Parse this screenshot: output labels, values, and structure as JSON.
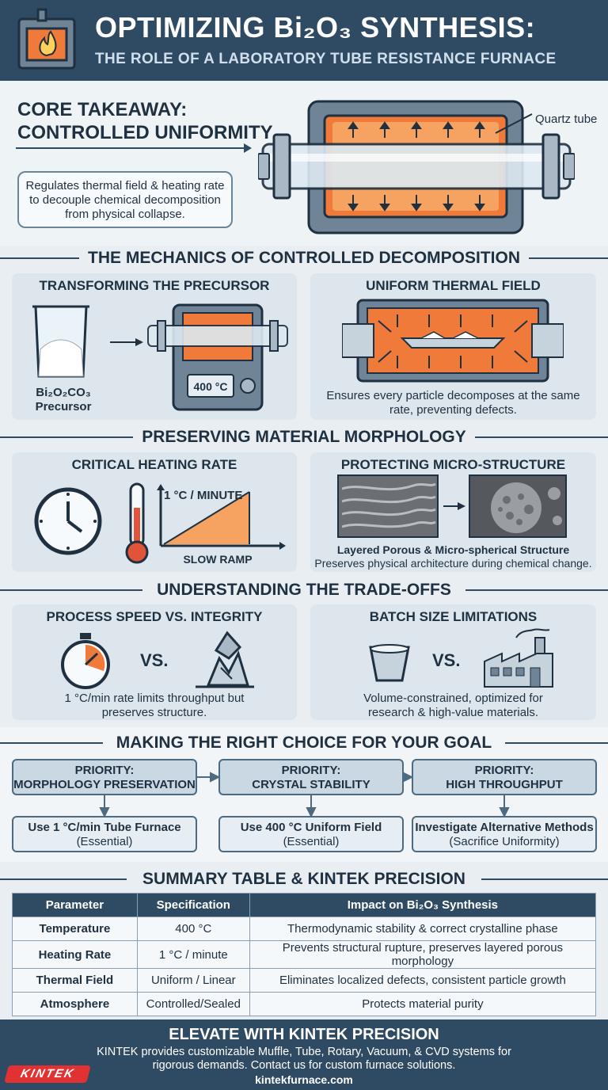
{
  "header": {
    "title": "OPTIMIZING Bi₂O₃ SYNTHESIS:",
    "subtitle": "THE ROLE OF A LABORATORY TUBE RESISTANCE FURNACE",
    "icon": "furnace-flame-icon"
  },
  "core": {
    "title_line1": "CORE TAKEAWAY:",
    "title_line2": "CONTROLLED UNIFORMITY",
    "description": "Regulates thermal field & heating rate to decouple chemical decomposition from physical collapse.",
    "quartz_label": "Quartz tube"
  },
  "mechanics": {
    "title": "THE MECHANICS OF CONTROLLED DECOMPOSITION",
    "precursor_panel": {
      "title": "TRANSFORMING THE PRECURSOR",
      "precursor_label": "Bi₂O₂CO₃",
      "precursor_sublabel": "Precursor",
      "temperature": "400 °C"
    },
    "thermal_panel": {
      "title": "UNIFORM THERMAL FIELD",
      "text": "Ensures every particle decomposes at the same rate, preventing defects."
    }
  },
  "morphology": {
    "title": "PRESERVING MATERIAL MORPHOLOGY",
    "rate_panel": {
      "title": "CRITICAL HEATING RATE",
      "rate_label": "1 °C / MINUTE",
      "ramp_label": "SLOW RAMP"
    },
    "structure_panel": {
      "title": "PROTECTING MICRO-STRUCTURE",
      "caption_bold": "Layered Porous & Micro-spherical Structure",
      "caption": "Preserves physical architecture during chemical change."
    }
  },
  "tradeoffs": {
    "title": "UNDERSTANDING THE TRADE-OFFS",
    "speed_panel": {
      "title": "PROCESS SPEED VS. INTEGRITY",
      "vs": "VS.",
      "text": "1 °C/min rate limits throughput but preserves structure."
    },
    "batch_panel": {
      "title": "BATCH SIZE LIMITATIONS",
      "vs": "VS.",
      "text": "Volume-constrained, optimized for research & high-value materials."
    }
  },
  "choice": {
    "title": "MAKING THE RIGHT CHOICE FOR YOUR GOAL",
    "options": [
      {
        "priority": "PRIORITY:",
        "goal": "MORPHOLOGY PRESERVATION",
        "action": "Use 1 °C/min Tube Furnace",
        "note": "(Essential)"
      },
      {
        "priority": "PRIORITY:",
        "goal": "CRYSTAL STABILITY",
        "action": "Use 400 °C Uniform Field",
        "note": "(Essential)"
      },
      {
        "priority": "PRIORITY:",
        "goal": "HIGH THROUGHPUT",
        "action": "Investigate Alternative Methods",
        "note": "(Sacrifice Uniformity)"
      }
    ]
  },
  "summary": {
    "title": "SUMMARY TABLE & KINTEK PRECISION",
    "headers": [
      "Parameter",
      "Specification",
      "Impact on Bi₂O₃ Synthesis"
    ],
    "rows": [
      [
        "Temperature",
        "400 °C",
        "Thermodynamic stability & correct crystalline phase"
      ],
      [
        "Heating Rate",
        "1 °C / minute",
        "Prevents structural rupture, preserves layered porous morphology"
      ],
      [
        "Thermal Field",
        "Uniform / Linear",
        "Eliminates localized defects, consistent particle growth"
      ],
      [
        "Atmosphere",
        "Controlled/Sealed",
        "Protects material purity"
      ]
    ]
  },
  "footer": {
    "title": "ELEVATE WITH KINTEK PRECISION",
    "text": "KINTEK provides customizable Muffle, Tube, Rotary, Vacuum, & CVD systems for rigorous demands. Contact us for custom furnace solutions.",
    "url": "kintekfurnace.com",
    "logo_text": "KINTEK"
  },
  "colors": {
    "navy": "#2f4a63",
    "orange": "#f07a3a",
    "panel": "#dce6ec"
  }
}
